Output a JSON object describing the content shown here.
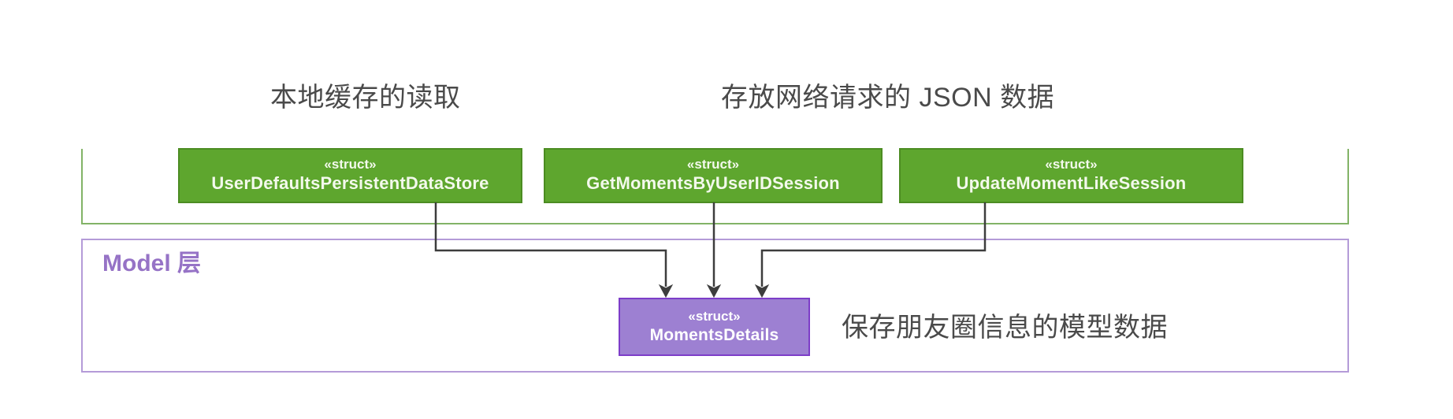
{
  "diagram": {
    "annotations": {
      "local_cache": "本地缓存的读取",
      "network_json": "存放网络请求的 JSON 数据",
      "model_note": "保存朋友圈信息的模型数据"
    },
    "network_layer": {
      "structs": [
        {
          "stereotype": "«struct»",
          "name": "UserDefaultsPersistentDataStore"
        },
        {
          "stereotype": "«struct»",
          "name": "GetMomentsByUserIDSession"
        },
        {
          "stereotype": "«struct»",
          "name": "UpdateMomentLikeSession"
        }
      ]
    },
    "model_layer": {
      "label": "Model 层",
      "struct": {
        "stereotype": "«struct»",
        "name": "MomentsDetails"
      }
    },
    "colors": {
      "struct_green_fill": "#5ea62e",
      "struct_green_border": "#4c8c22",
      "container_green_border": "#82b366",
      "struct_purple_fill": "#9d80d2",
      "struct_purple_border": "#7d3dc8",
      "container_purple_border": "#b49bd8",
      "model_label": "#9673c6",
      "annotation_text": "#4a4a4a",
      "connector": "#3d3d3d"
    }
  }
}
